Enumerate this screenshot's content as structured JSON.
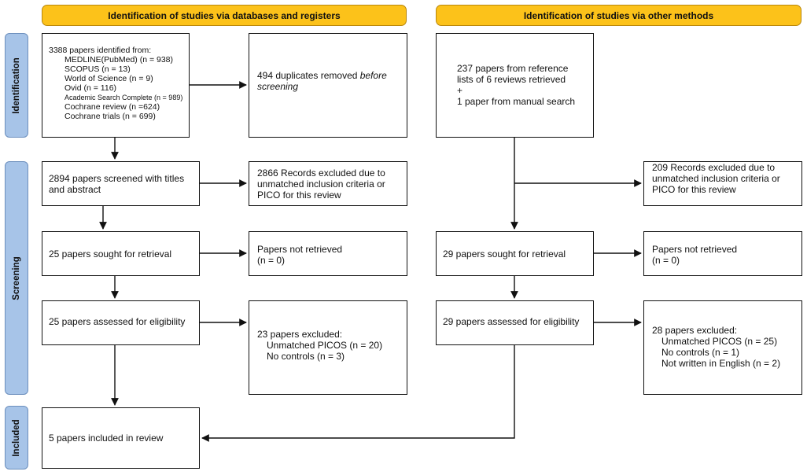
{
  "headers": {
    "left": "Identification of studies via databases and registers",
    "right": "Identification of studies via other methods"
  },
  "stages": {
    "identification": "Identification",
    "screening": "Screening",
    "included": "Included"
  },
  "left": {
    "identified": {
      "title": "3388 papers identified from:",
      "sources": [
        "MEDLINE(PubMed)  (n = 938)",
        "SCOPUS (n = 13)",
        "World of Science  (n = 9)",
        "Ovid  (n = 116)",
        "Academic Search Complete  (n = 989)",
        "Cochrane review  (n =624)",
        "Cochrane trials  (n = 699)"
      ]
    },
    "duplicates": {
      "text": "494 duplicates removed ",
      "italic": "before screening"
    },
    "screened": "2894 papers screened with titles and abstract",
    "excluded_screen": "2866 Records excluded due to unmatched inclusion criteria or PICO for this review",
    "sought": "25 papers sought for retrieval",
    "not_retrieved": {
      "title": "Papers not retrieved",
      "count": "(n = 0)"
    },
    "assessed": "25 papers assessed for eligibility",
    "excluded_elig": {
      "title": "23 papers excluded:",
      "reasons": [
        "Unmatched PICOS (n = 20)",
        "No controls (n = 3)"
      ]
    },
    "included": "5 papers included in review"
  },
  "right": {
    "identified": {
      "lines": [
        "237 papers from reference",
        "lists of 6 reviews retrieved",
        "+",
        "1 paper from manual search"
      ]
    },
    "excluded_screen": "209 Records excluded due to unmatched inclusion criteria or PICO for this review",
    "sought": "29 papers sought for retrieval",
    "not_retrieved": {
      "title": "Papers not retrieved",
      "count": "(n = 0)"
    },
    "assessed": "29 papers assessed for eligibility",
    "excluded_elig": {
      "title": "28 papers excluded:",
      "reasons": [
        "Unmatched PICOS (n = 25)",
        "No controls (n = 1)",
        "Not written in English (n = 2)"
      ]
    }
  },
  "colors": {
    "header_fill": "#fcc21a",
    "stage_fill": "#a7c4e8"
  }
}
